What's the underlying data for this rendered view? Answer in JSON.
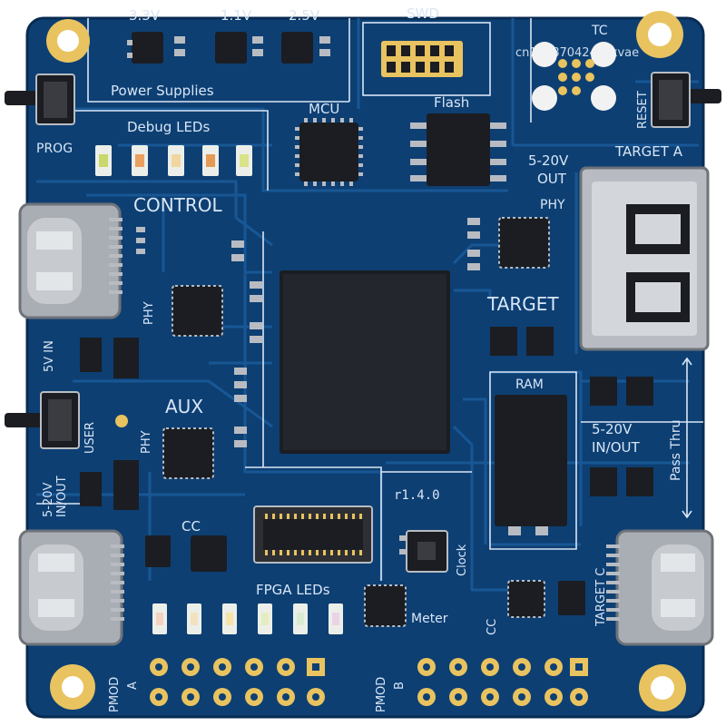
{
  "board": {
    "colors": {
      "pcb": "#0d3f73",
      "pcb_dark": "#0a3463",
      "copper_trace": "#1a5a98",
      "silkscreen": "#d9e6f5",
      "chip": "#1b1d22",
      "gold": "#e8c35f",
      "connector_metal": "#b8bcc2"
    },
    "labels": {
      "v33": "3.3V",
      "v11": "1.1V",
      "v25": "2.5V",
      "power_supplies": "Power Supplies",
      "swd": "SWD",
      "tc": "TC",
      "prog": "PROG",
      "debug_leds": "Debug LEDs",
      "mcu": "MCU",
      "flash": "Flash",
      "reset": "RESET",
      "target_a": "TARGET A",
      "out_5_20": "5-20V",
      "out_label": "OUT",
      "phy_top": "PHY",
      "control": "CONTROL",
      "phy_left": "PHY",
      "target": "TARGET",
      "in_5v": "5V IN",
      "ram": "RAM",
      "user": "USER",
      "aux": "AUX",
      "phy_aux": "PHY",
      "inout_5_20": "5-20V",
      "inout_label": "IN/OUT",
      "pass_thru": "Pass Thru",
      "inout_left_top": "5-20V",
      "inout_left_bottom": "IN/OUT",
      "version": "r1.4.0",
      "cc_left": "CC",
      "clock": "Clock",
      "fpga_leds": "FPGA LEDs",
      "meter": "Meter",
      "cc_right": "CC",
      "target_c": "TARGET C",
      "pmod_a_top": "PMOD",
      "pmod_a_bottom": "A",
      "pmod_b_top": "PMOD",
      "pmod_b_bottom": "B"
    },
    "watermark": "cn1078704241zkvae"
  }
}
